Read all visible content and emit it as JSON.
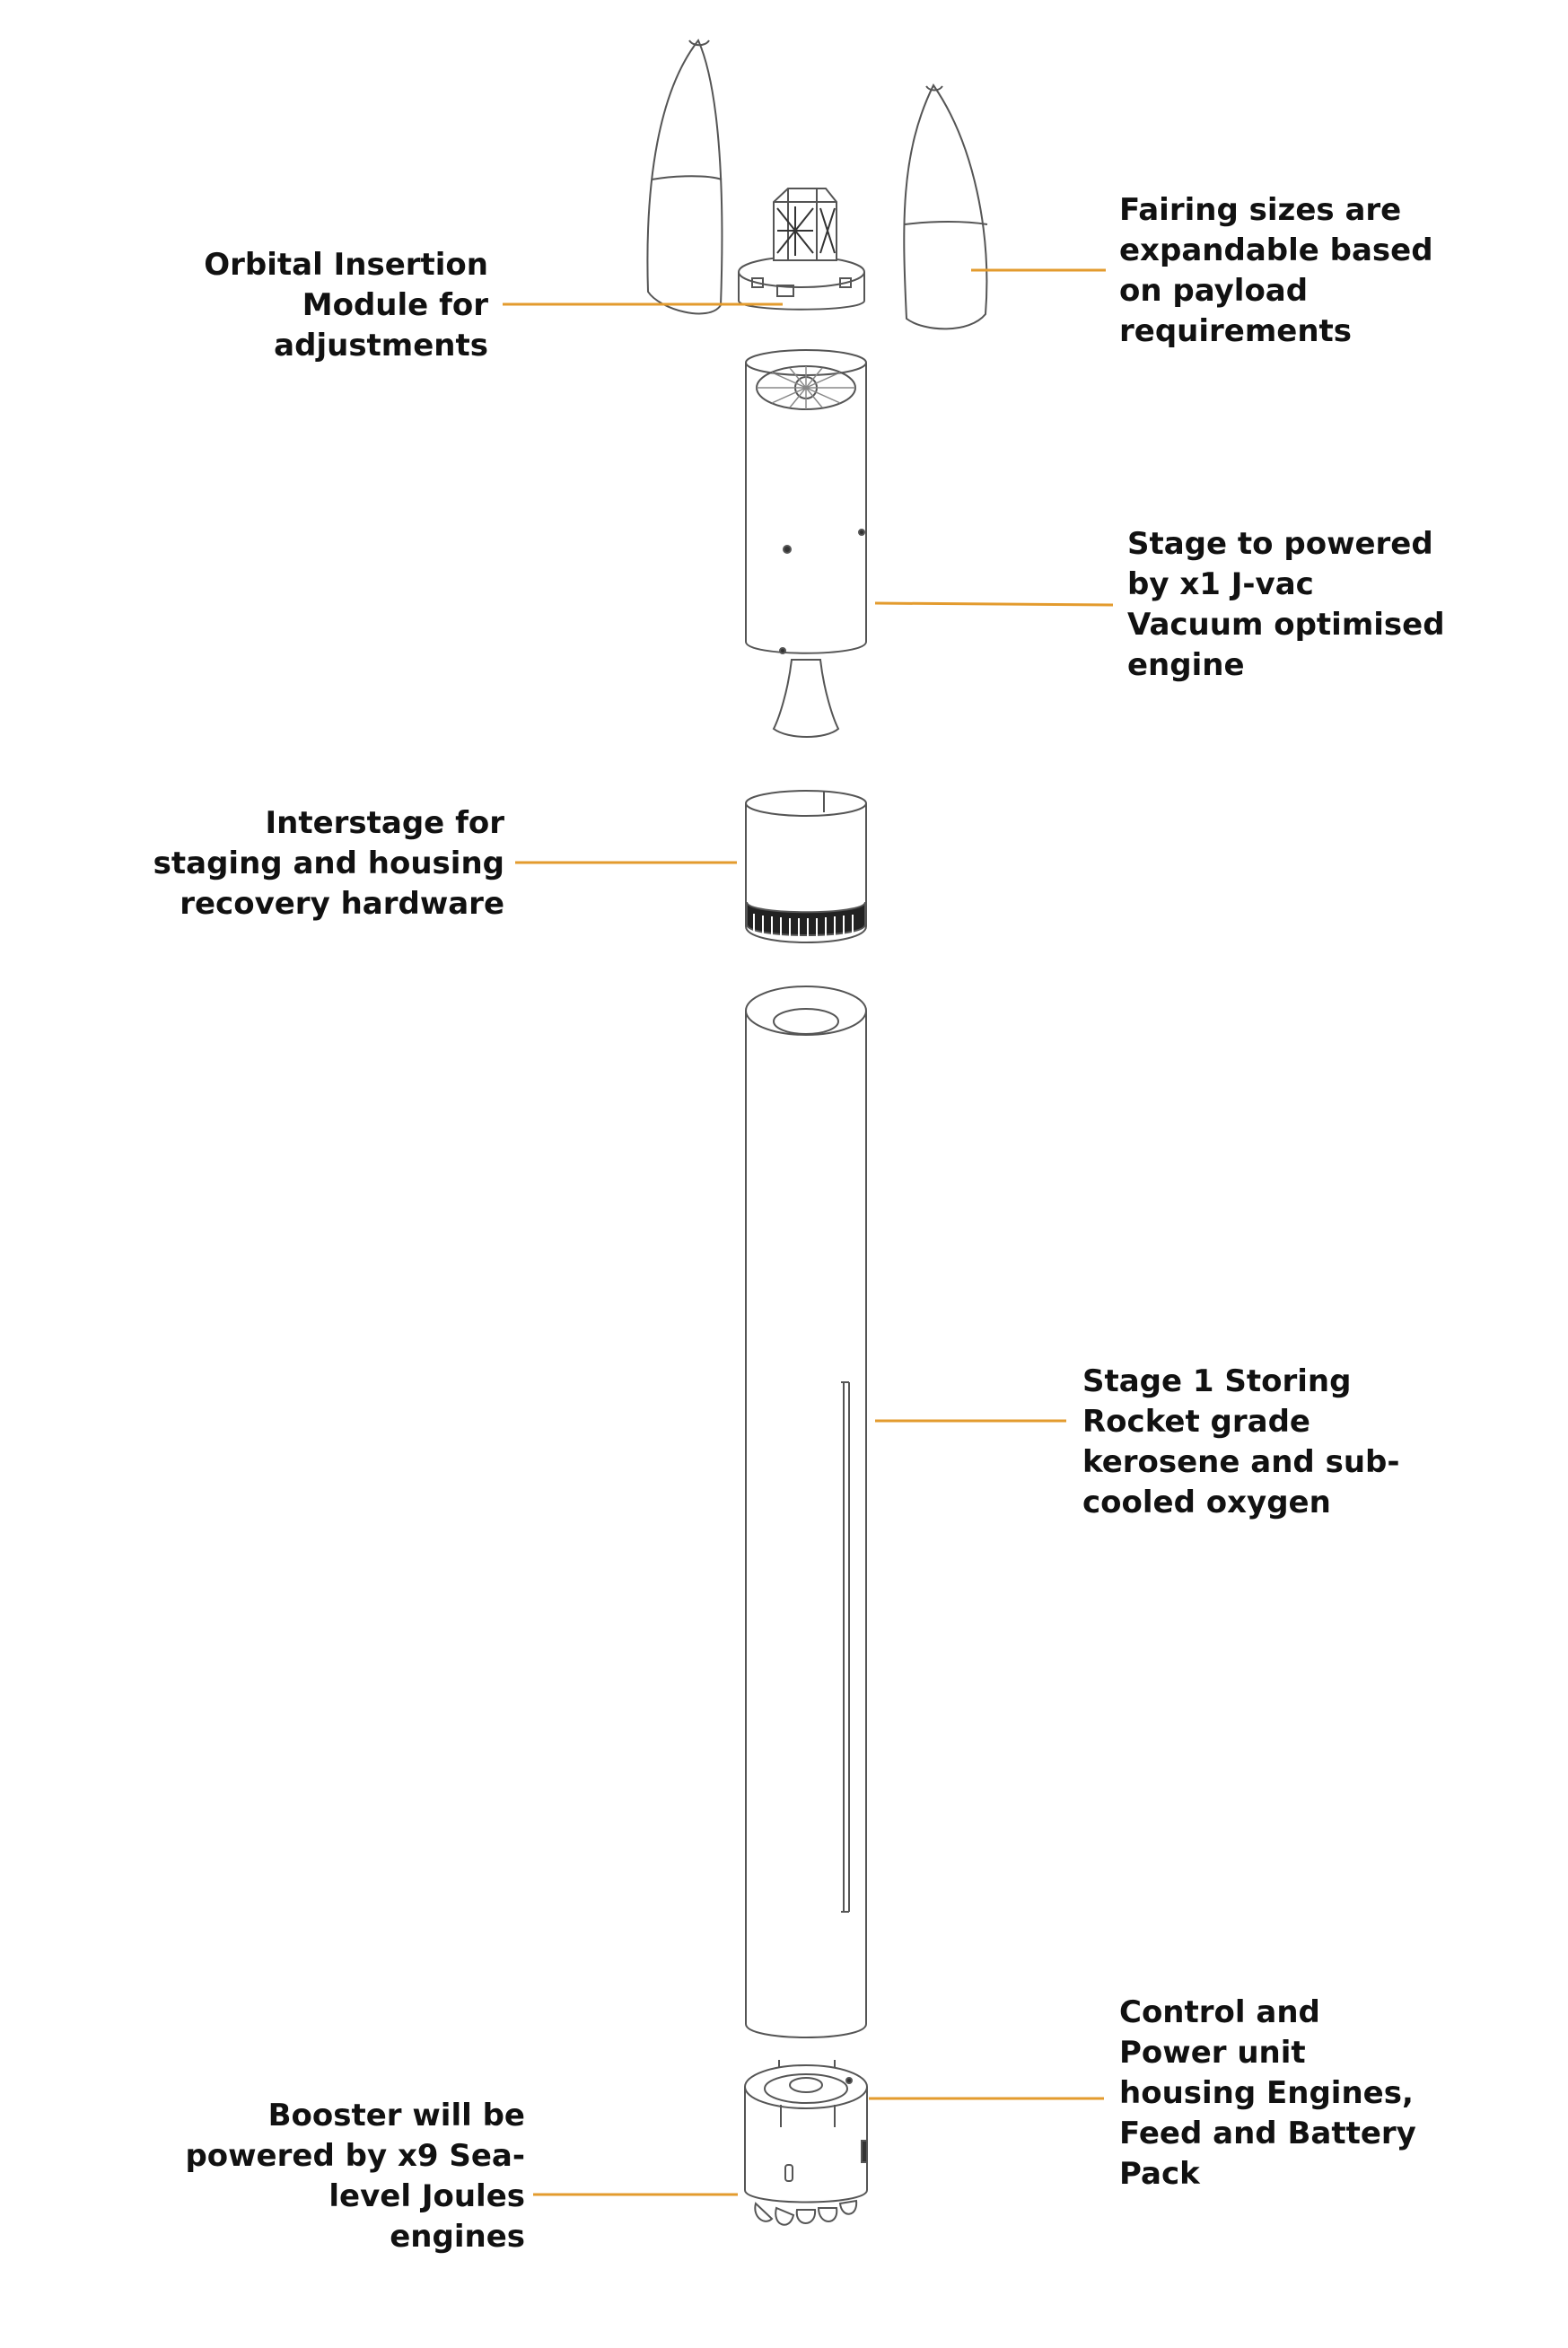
{
  "colors": {
    "background": "#ffffff",
    "leader_line": "#e39b2e",
    "outline": "#555555",
    "text": "#111111"
  },
  "labels": {
    "orbital_insertion": "Orbital Insertion\nModule for\nadjustments",
    "fairing": "Fairing sizes are\nexpandable based\non payload\nrequirements",
    "stage_two": "Stage to powered\nby x1 J-vac\nVacuum optimised\nengine",
    "interstage": "Interstage for\nstaging and housing\nrecovery hardware",
    "stage_one": "Stage 1 Storing\nRocket grade\nkerosene and sub-\ncooled oxygen",
    "control_power": "Control and\nPower unit\nhousing Engines,\nFeed and Battery\nPack",
    "booster": "Booster will be\npowered by x9 Sea-\nlevel Joules\nengines"
  }
}
